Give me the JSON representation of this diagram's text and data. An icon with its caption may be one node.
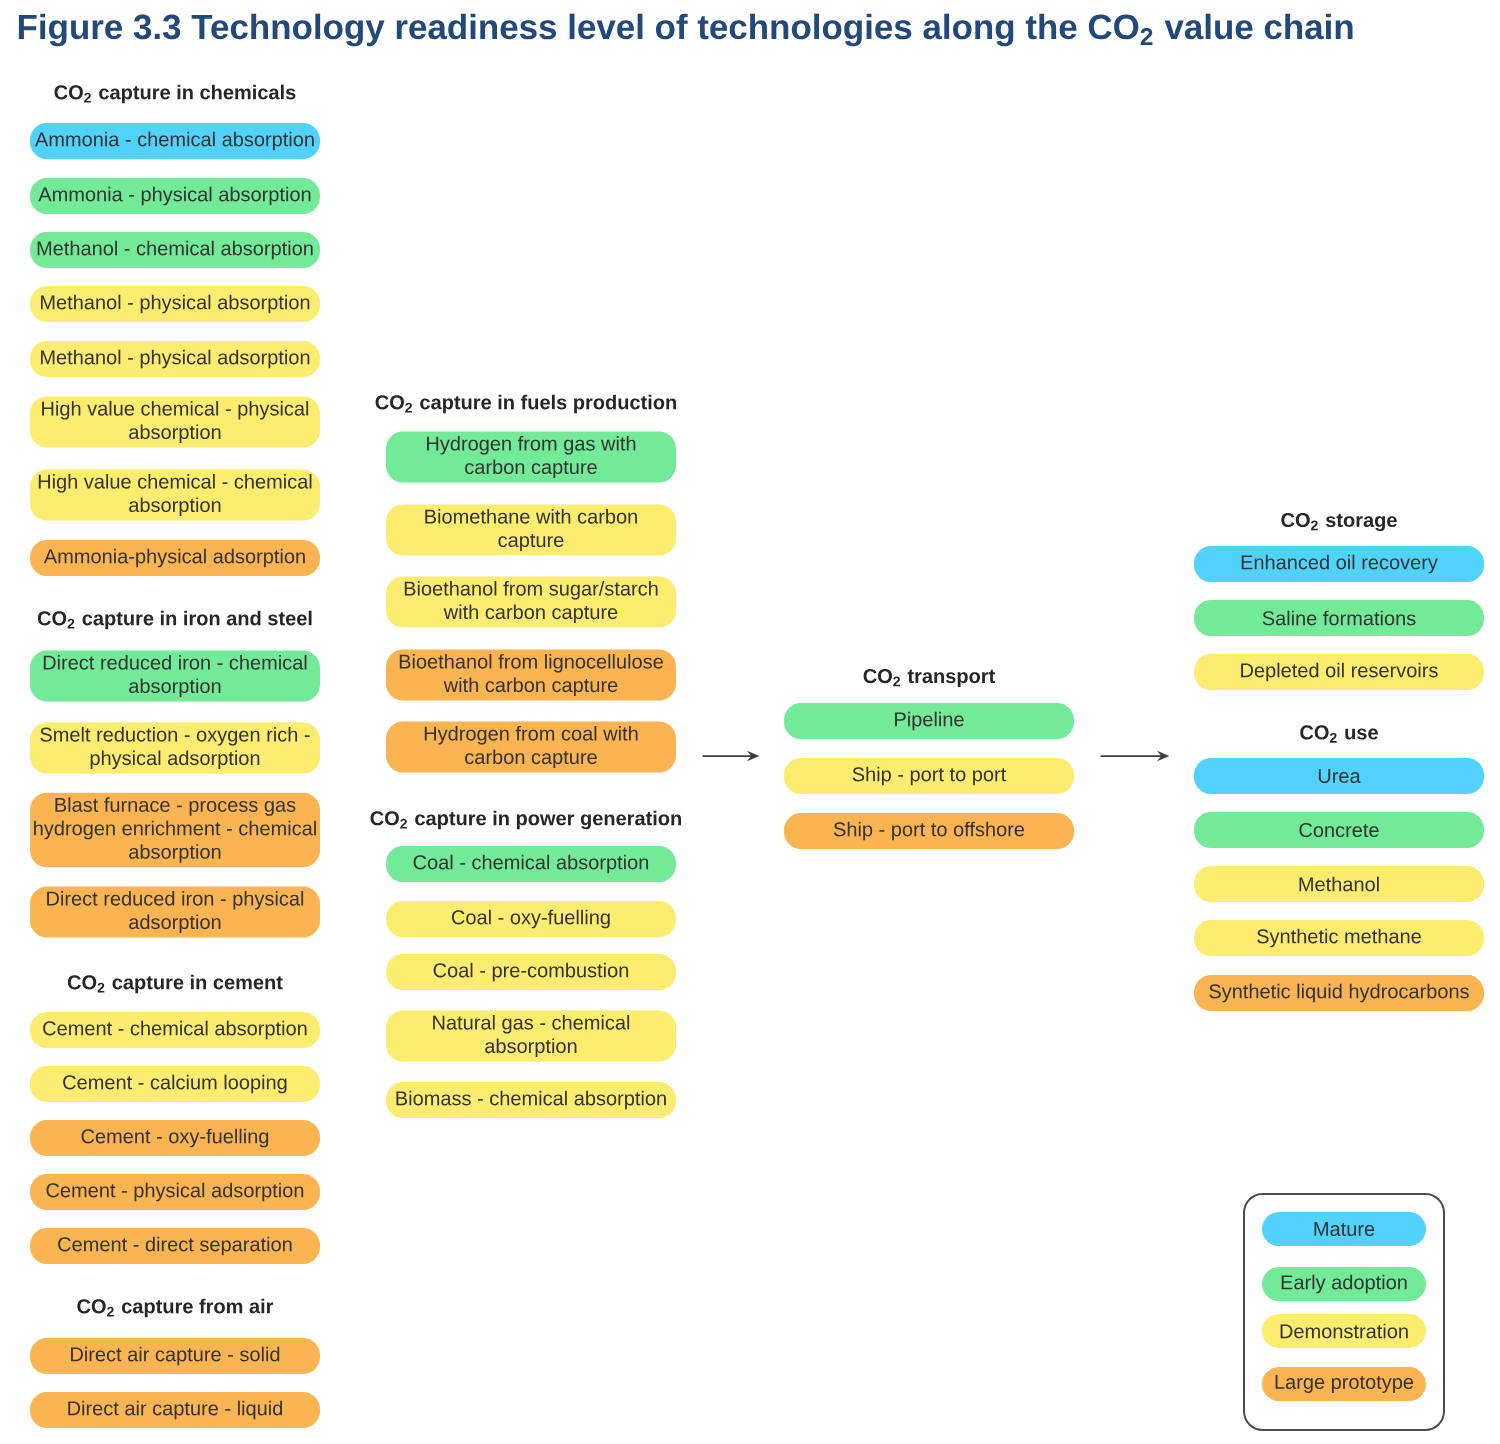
{
  "diagram": {
    "title": "Figure 3.3 Technology readiness level of technologies along the CO$_{2}$ value chain",
    "nodes": [
      {
        "text": [
          "Ammonia - chemical absorption"
        ]
      },
      {
        "text": [
          "Ammonia - physical absorption"
        ]
      },
      {
        "text": [
          "Methanol - chemical absorption"
        ]
      },
      {
        "text": [
          "Methanol - physical absorption"
        ]
      },
      {
        "text": [
          "Methanol - physical adsorption"
        ]
      },
      {
        "text": [
          "High value chemical - physical absorption"
        ]
      },
      {
        "text": [
          "High value chemical - chemical absorption"
        ]
      },
      {
        "text": [
          "Ammonia-physical adsorption"
        ]
      },
      {
        "text": [
          "Direct reduced iron - chemical absorption"
        ]
      },
      {
        "text": [
          "Smelt reduction - oxygen rich - physical adsorption"
        ]
      },
      {
        "text": [
          "Blast furnace - process gas hydrogen enrichment - chemical absorption"
        ]
      },
      {
        "text": [
          "Direct reduced iron - physical adsorption"
        ]
      },
      {
        "text": [
          "Cement - chemical absorption"
        ]
      },
      {
        "text": [
          "Cement - calcium looping"
        ]
      },
      {
        "text": [
          "Cement - oxy-fuelling"
        ]
      },
      {
        "text": [
          "Cement - physical adsorption"
        ]
      },
      {
        "text": [
          "Cement - direct separation"
        ]
      },
      {
        "text": [
          "Direct air capture - solid"
        ]
      },
      {
        "text": [
          "Direct air capture - liquid"
        ]
      },
      {
        "text": [
          "Hydrogen from gas with carbon capture"
        ]
      },
      {
        "text": [
          "Biomethane with carbon capture"
        ]
      },
      {
        "text": [
          "Bioethanol from sugar/starch with carbon capture"
        ]
      },
      {
        "text": [
          "Bioethanol from lignocellulose with carbon capture"
        ]
      },
      {
        "text": [
          "Hydrogen from coal with carbon capture"
        ]
      },
      {
        "text": [
          "Coal - chemical absorption"
        ]
      },
      {
        "text": [
          "Coal - oxy-fuelling"
        ]
      },
      {
        "text": [
          "Coal - pre-combustion"
        ]
      },
      {
        "text": [
          "Natural gas - chemical absorption"
        ]
      },
      {
        "text": [
          "Biomass - chemical absorption"
        ]
      },
      {
        "text": [
          "Pipeline"
        ]
      },
      {
        "text": [
          "Ship - port to port"
        ]
      },
      {
        "text": [
          "Ship - port to offshore"
        ]
      },
      {
        "text": [
          "Enhanced oil recovery"
        ]
      },
      {
        "text": [
          "Saline formations"
        ]
      },
      {
        "text": [
          "Depleted oil reservoirs"
        ]
      },
      {
        "text": [
          "Urea"
        ]
      },
      {
        "text": [
          "Concrete"
        ]
      },
      {
        "text": [
          "Methanol"
        ]
      },
      {
        "text": [
          "Synthetic methane"
        ]
      },
      {
        "text": [
          "Synthetic liquid hydrocarbons"
        ]
      }
    ],
    "edges": [
      {
        "from": 23,
        "to": 30,
        "arrow": "to"
      },
      {
        "from": 30,
        "to": 35,
        "arrow": "to"
      }
    ],
    "labels": [
      "CO$_{2}$ capture in chemicals",
      "CO$_{2}$ capture in iron and steel",
      "CO$_{2}$ capture in cement",
      "CO$_{2}$ capture from air",
      "CO$_{2}$ capture in fuels production",
      "CO$_{2}$ capture in power generation",
      "CO$_{2}$ transport",
      "CO$_{2}$ storage",
      "CO$_{2}$ use"
    ],
    "legend": [
      {
        "text": "Mature",
        "color": "#50d2fa"
      },
      {
        "text": "Early adoption",
        "color": "#72ea98"
      },
      {
        "text": "Demonstration",
        "color": "#fcec70"
      },
      {
        "text": "Large prototype",
        "color": "#fab452"
      }
    ]
  }
}
